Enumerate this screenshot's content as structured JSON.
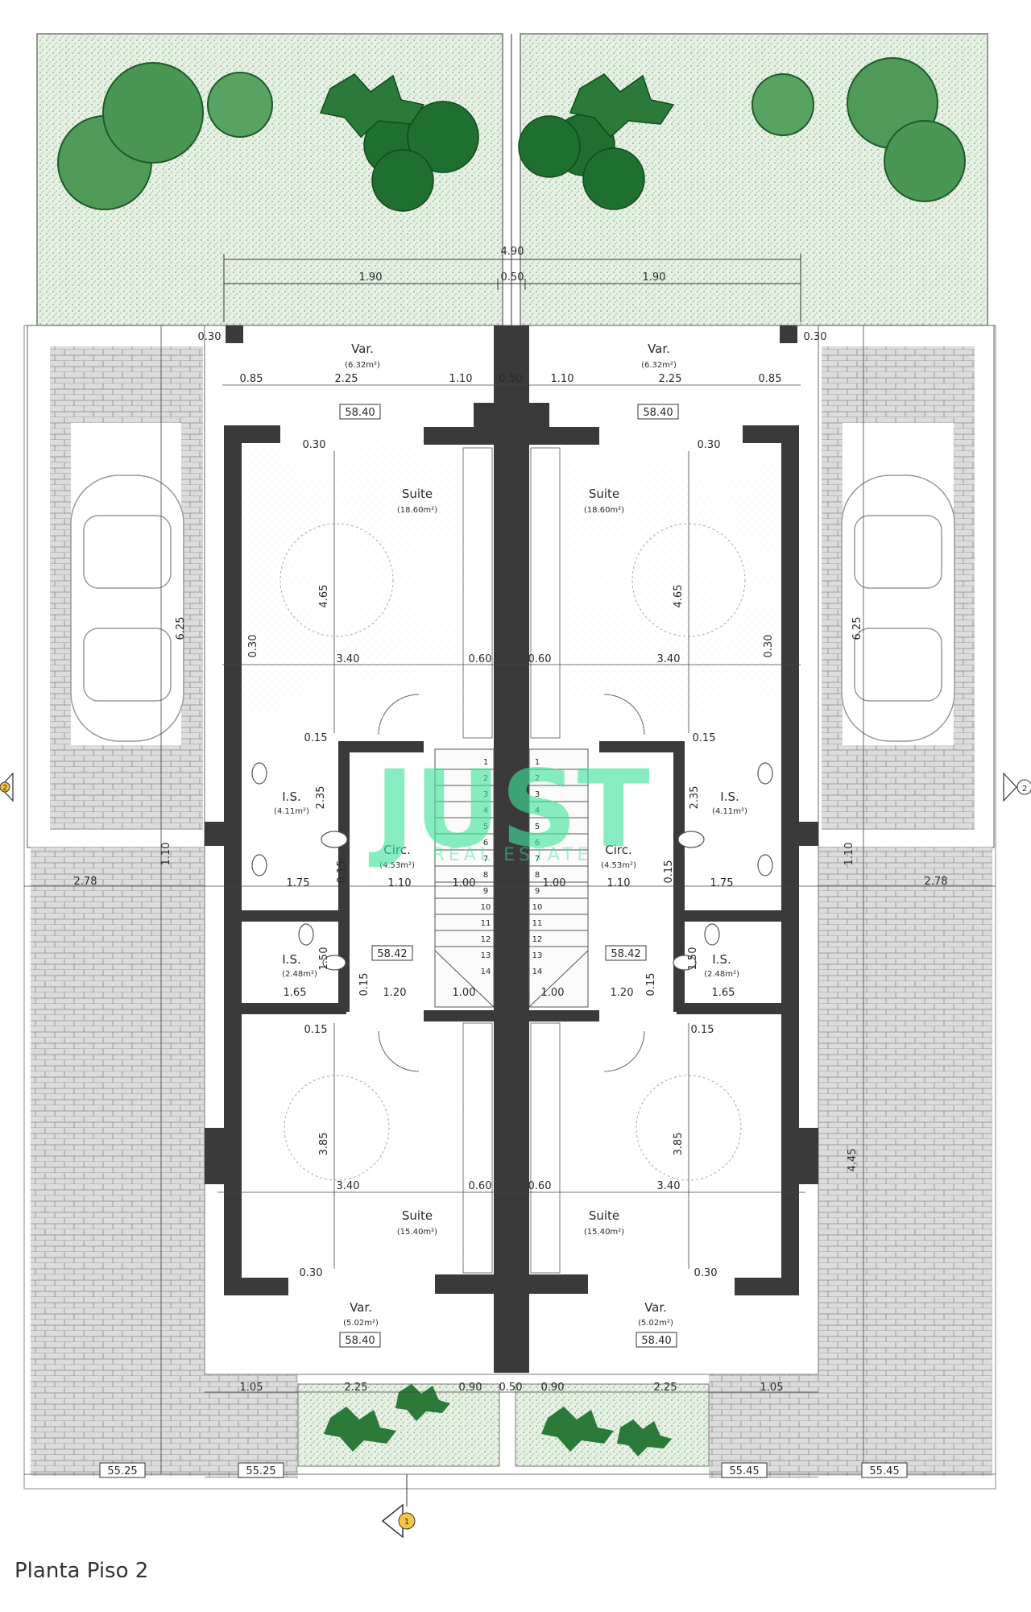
{
  "title": "Planta Piso 2",
  "watermark": {
    "main": "JUST",
    "sub": "REAL ESTATE"
  },
  "colors": {
    "wall": "#3a3a3a",
    "garden": "#e7f2e4",
    "tree": "#2f7d3c",
    "paving": "#d8d8d8",
    "watermark": "#3fe39a",
    "line": "#333333"
  },
  "axes": {
    "left": "2",
    "right": "2",
    "bottom": "1"
  },
  "rooms": {
    "varanda_top_left": {
      "name": "Var.",
      "area": "(6.32m²)"
    },
    "varanda_top_right": {
      "name": "Var.",
      "area": "(6.32m²)"
    },
    "suite_top_left": {
      "name": "Suite",
      "area": "(18.60m²)"
    },
    "suite_top_right": {
      "name": "Suite",
      "area": "(18.60m²)"
    },
    "is_big_left": {
      "name": "I.S.",
      "area": "(4.11m²)"
    },
    "is_big_right": {
      "name": "I.S.",
      "area": "(4.11m²)"
    },
    "circ_left": {
      "name": "Circ.",
      "area": "(4.53m²)"
    },
    "circ_right": {
      "name": "Circ.",
      "area": "(4.53m²)"
    },
    "is_small_left": {
      "name": "I.S.",
      "area": "(2.48m²)"
    },
    "is_small_right": {
      "name": "I.S.",
      "area": "(2.48m²)"
    },
    "suite_bottom_left": {
      "name": "Suite",
      "area": "(15.40m²)"
    },
    "suite_bottom_right": {
      "name": "Suite",
      "area": "(15.40m²)"
    },
    "varanda_bottom_left": {
      "name": "Var.",
      "area": "(5.02m²)"
    },
    "varanda_bottom_right": {
      "name": "Var.",
      "area": "(5.02m²)"
    }
  },
  "levels": {
    "top_left": "58.40",
    "top_right": "58.40",
    "mid_left": "58.42",
    "mid_right": "58.42",
    "bottom_left": "58.40",
    "bottom_right": "58.40",
    "ground_1": "55.25",
    "ground_2": "55.25",
    "ground_3": "55.45",
    "ground_4": "55.45"
  },
  "dims": {
    "d490": "4.90",
    "d190a": "1.90",
    "d190b": "1.90",
    "d050_top": "0.50",
    "d030_a": "0.30",
    "d030_b": "0.30",
    "d085_a": "0.85",
    "d225_a": "2.25",
    "d110_a": "1.10",
    "d050_b": "0.50",
    "d110_b": "1.10",
    "d225_b": "2.25",
    "d085_b": "0.85",
    "d030_c": "0.30",
    "d030_d": "0.30",
    "d465_a": "4.65",
    "d465_b": "4.65",
    "d030_e": "0.30",
    "d030_f": "0.30",
    "d340_a": "3.40",
    "d340_b": "3.40",
    "d060_a": "0.60",
    "d060_b": "0.60",
    "d015_a": "0.15",
    "d015_b": "0.15",
    "d235_a": "2.35",
    "d235_b": "2.35",
    "d175_a": "1.75",
    "d175_b": "1.75",
    "d110_c": "1.10",
    "d110_d": "1.10",
    "d100_a": "1.00",
    "d100_b": "1.00",
    "d015_c": "0.15",
    "d015_d": "0.15",
    "d150_a": "1.50",
    "d150_b": "1.50",
    "d165_a": "1.65",
    "d165_b": "1.65",
    "d120_a": "1.20",
    "d120_b": "1.20",
    "d100_c": "1.00",
    "d100_d": "1.00",
    "d015_e": "0.15",
    "d015_f": "0.15",
    "d015_g": "0.15",
    "d015_h": "0.15",
    "d385_a": "3.85",
    "d385_b": "3.85",
    "d340_c": "3.40",
    "d340_d": "3.40",
    "d060_c": "0.60",
    "d060_d": "0.60",
    "d030_g": "0.30",
    "d030_h": "0.30",
    "d278_a": "2.78",
    "d278_b": "2.78",
    "d105_a": "1.05",
    "d105_b": "1.05",
    "d225_c": "2.25",
    "d225_d": "2.25",
    "d090_a": "0.90",
    "d090_b": "0.90",
    "d050_c": "0.50",
    "d625_a": "6.25",
    "d625_b": "6.25",
    "d445_b": "4.45",
    "d110_side_a": "1.10",
    "d110_side_b": "1.10"
  }
}
